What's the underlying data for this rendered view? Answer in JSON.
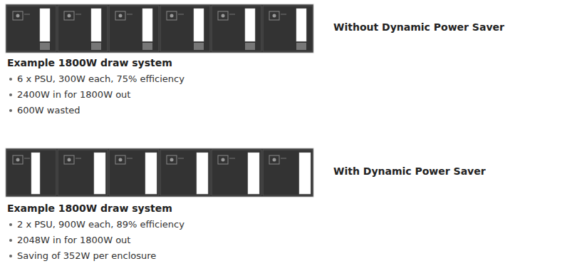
{
  "diagram": {
    "labels": [
      "Without Dynamic Power Saver",
      "Example 1800W draw system",
      "6 x PSU, 300W each, 75% efficiency",
      "2400W in for 1800W out",
      "600W wasted",
      "With Dynamic Power Saver",
      "Example 1800W draw system",
      "2 x PSU, 900W each, 89% efficiency",
      "2048W in for 1800W out",
      "Saving of 352W per enclosure"
    ]
  }
}
